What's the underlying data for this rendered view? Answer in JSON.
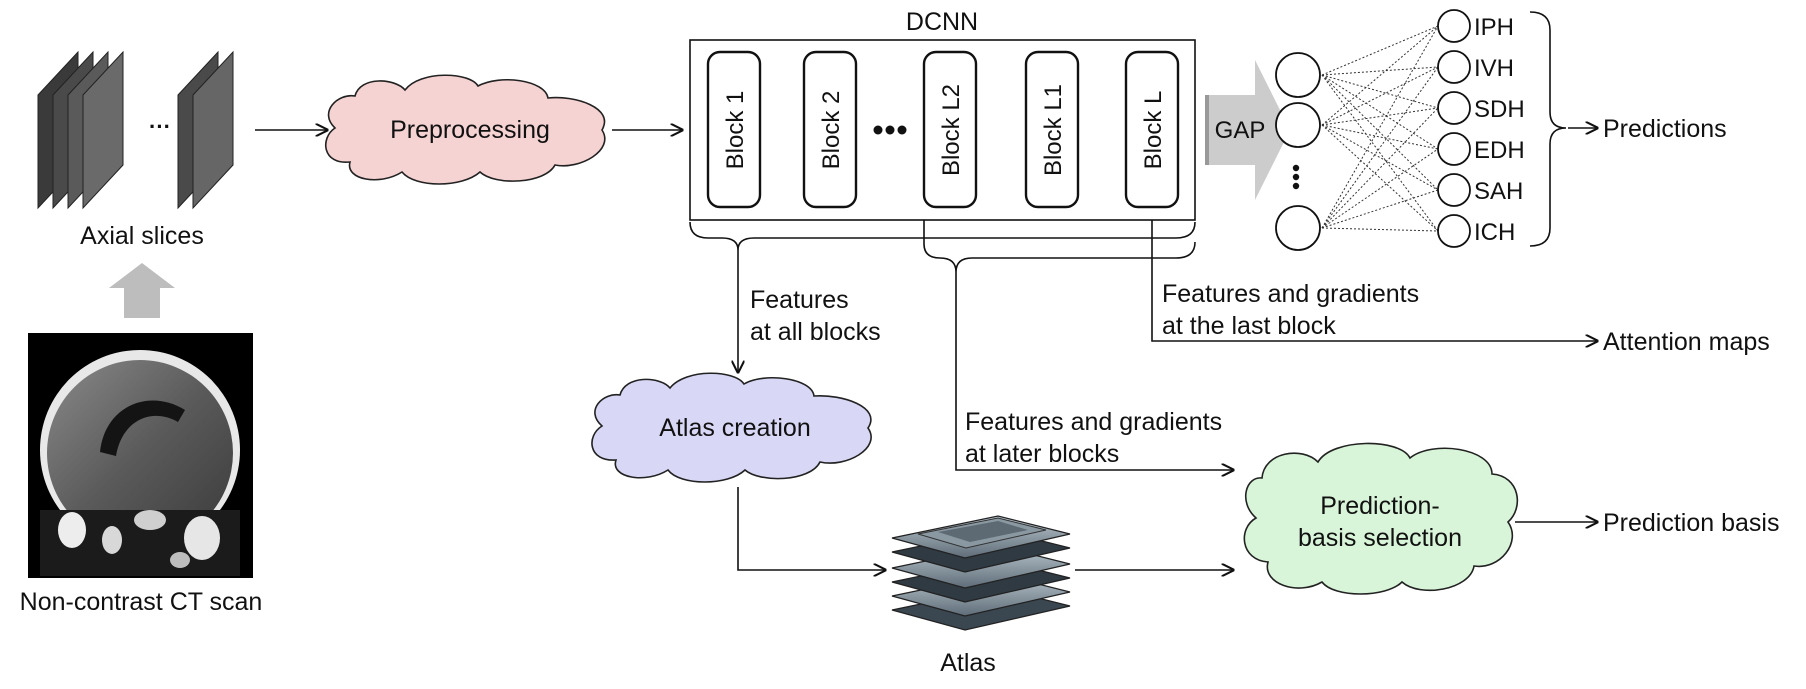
{
  "input": {
    "axial_slices_label": "Axial slices",
    "slice_ellipsis": "···",
    "scan_label": "Non-contrast CT scan"
  },
  "preprocessing": {
    "label": "Preprocessing",
    "color": "#f6d3d3"
  },
  "dcnn": {
    "title": "DCNN",
    "blocks": [
      "Block 1",
      "Block 2",
      "Block L2",
      "Block L1",
      "Block L"
    ],
    "gap_label": "GAP"
  },
  "output_nodes": [
    "IPH",
    "IVH",
    "SDH",
    "EDH",
    "SAH",
    "ICH"
  ],
  "predictions_label": "Predictions",
  "features_all": [
    "Features",
    "at all blocks"
  ],
  "features_last": [
    "Features and gradients",
    "at the last block"
  ],
  "attention_label": "Attention maps",
  "atlas_creation": {
    "label": "Atlas creation",
    "color": "#d8d8f6"
  },
  "features_later": [
    "Features and gradients",
    "at later blocks"
  ],
  "atlas_label": "Atlas",
  "basis_selection": {
    "lines": [
      "Prediction-",
      "basis selection"
    ],
    "color": "#d9f5d9"
  },
  "basis_label": "Prediction basis"
}
